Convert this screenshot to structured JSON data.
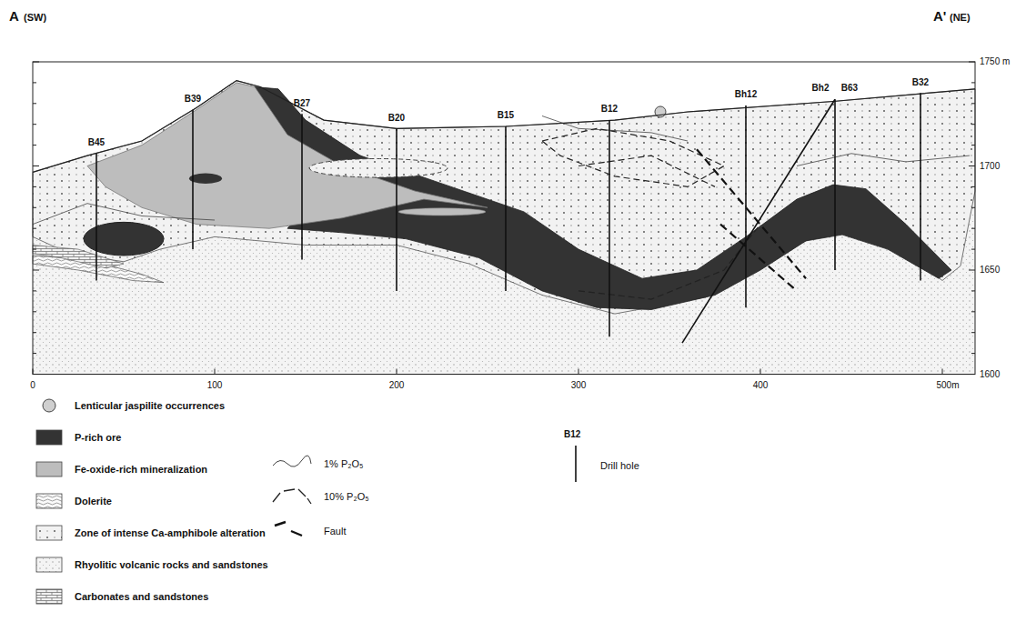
{
  "diagram": {
    "labels": [
      "A",
      "(SW)",
      "A'",
      "(NE)",
      "1750 m",
      "1700",
      "1650",
      "1600",
      "0",
      "100",
      "200",
      "300",
      "400",
      "500m",
      "B45",
      "B39",
      "B27",
      "B20",
      "B15",
      "B12",
      "Bh12",
      "Bh2",
      "B63",
      "B32",
      "B12"
    ],
    "legend": [
      {
        "text": "Lenticular jaspilite occurrences"
      },
      {
        "text": "P-rich ore",
        "color": "#333333"
      },
      {
        "text": "Fe-oxide-rich mineralization",
        "color": "#bdbdbd"
      },
      {
        "text": "Dolerite"
      },
      {
        "text": "Zone of intense Ca-amphibole alteration"
      },
      {
        "text": "Rhyolitic volcanic rocks and sandstones"
      },
      {
        "text": "Carbonates and sandstones"
      },
      {
        "text": "1% P₂O₅"
      },
      {
        "text": "10% P₂O₅"
      },
      {
        "text": "Fault"
      },
      {
        "text": "Drill hole"
      }
    ]
  }
}
